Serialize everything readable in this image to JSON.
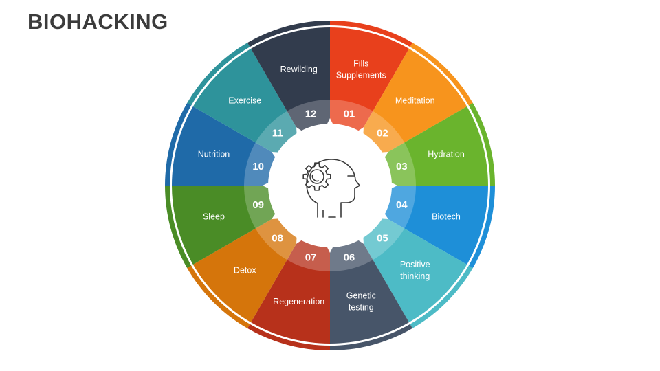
{
  "title": "BIOHACKING",
  "center_icon": "head-with-gear-icon",
  "segments": [
    {
      "num": "01",
      "label": [
        "Fills",
        "Supplements"
      ],
      "color": "#e8401c"
    },
    {
      "num": "02",
      "label": [
        "Meditation"
      ],
      "color": "#f7941d"
    },
    {
      "num": "03",
      "label": [
        "Hydration"
      ],
      "color": "#6ab42d"
    },
    {
      "num": "04",
      "label": [
        "Biotech"
      ],
      "color": "#1e8fd8"
    },
    {
      "num": "05",
      "label": [
        "Positive",
        "thinking"
      ],
      "color": "#4dbbc6"
    },
    {
      "num": "06",
      "label": [
        "Genetic",
        "testing"
      ],
      "color": "#475569"
    },
    {
      "num": "07",
      "label": [
        "Regeneration"
      ],
      "color": "#b7311b"
    },
    {
      "num": "08",
      "label": [
        "Detox"
      ],
      "color": "#d5750b"
    },
    {
      "num": "09",
      "label": [
        "Sleep"
      ],
      "color": "#4a8c26"
    },
    {
      "num": "10",
      "label": [
        "Nutrition"
      ],
      "color": "#1f6aa8"
    },
    {
      "num": "11",
      "label": [
        "Exercise"
      ],
      "color": "#2e939b"
    },
    {
      "num": "12",
      "label": [
        "Rewilding"
      ],
      "color": "#323c4d"
    }
  ]
}
